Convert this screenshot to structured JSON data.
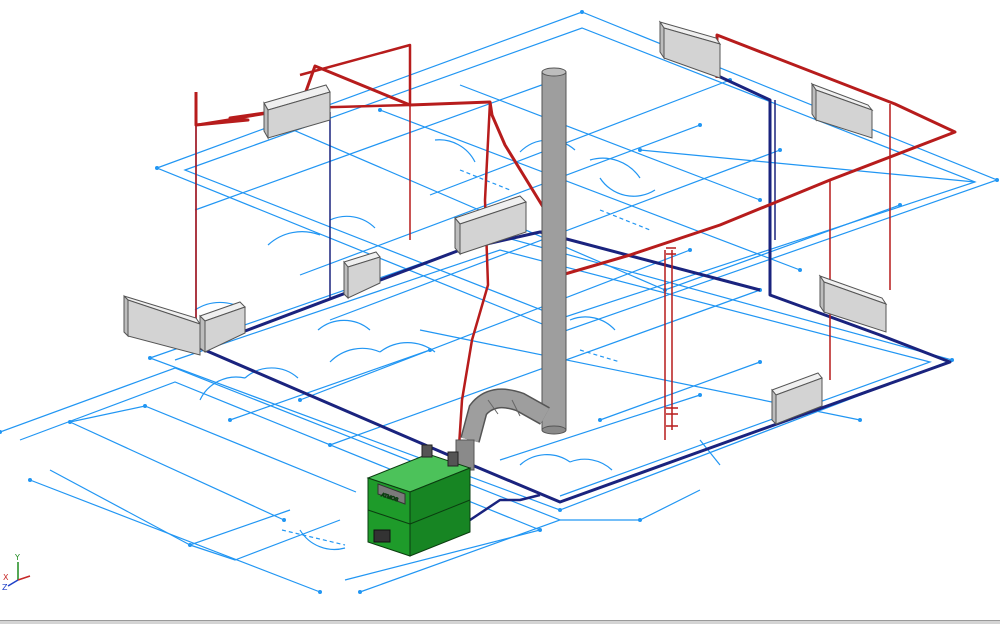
{
  "viewport": {
    "background": "#ffffff"
  },
  "colors": {
    "floor_plan": "#2196f3",
    "supply_pipe": "#b71c1c",
    "return_pipe": "#1a237e",
    "radiator": "#d3d3d3",
    "boiler": "#1e9b2a",
    "flue": "#9e9e9e"
  },
  "boiler": {
    "panel_text": "ATMOS"
  },
  "triad": {
    "x_label": "X",
    "y_label": "Y",
    "z_label": "Z"
  },
  "icons": [
    "coordinate-triad-icon"
  ]
}
